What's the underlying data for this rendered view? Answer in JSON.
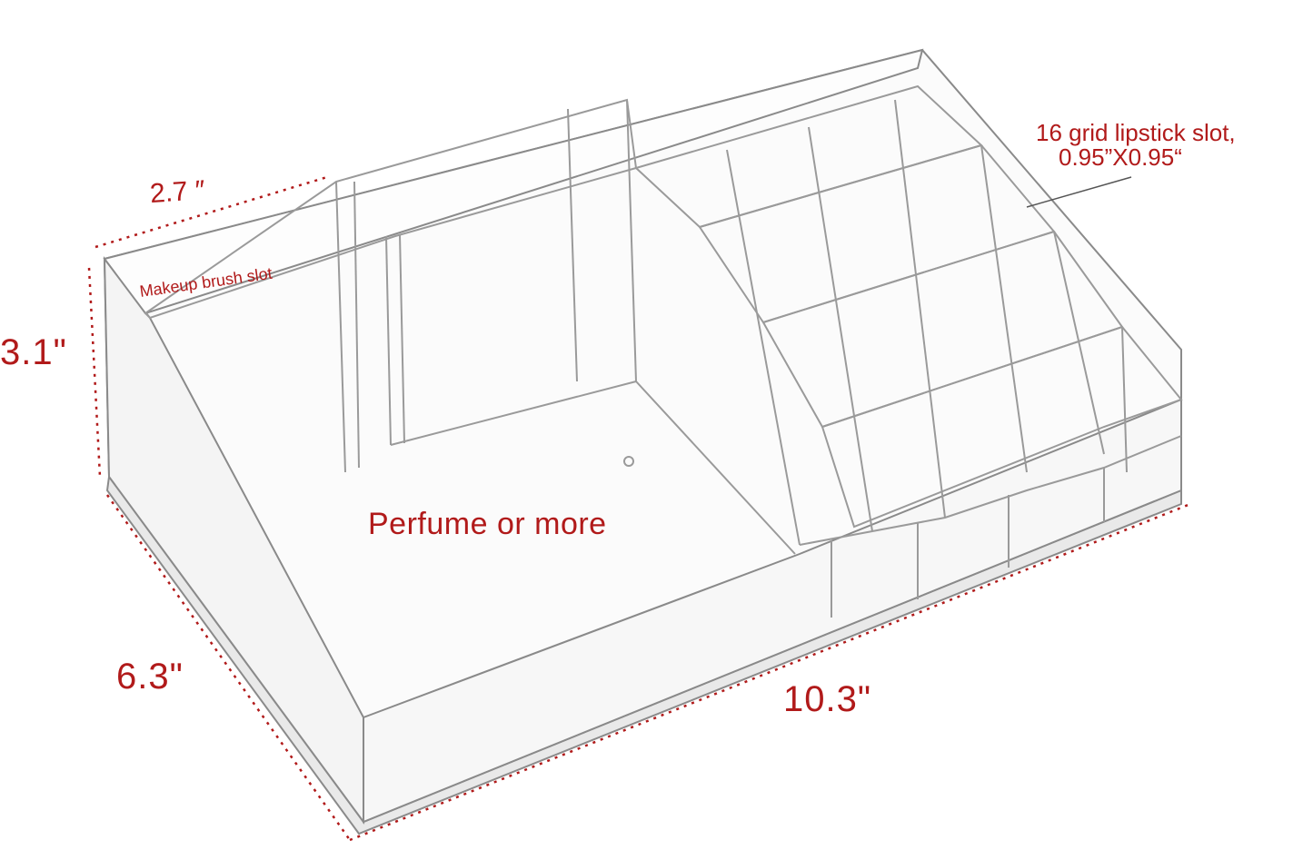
{
  "labels": {
    "width_dim": "2.7 ″",
    "height_dim": "3.1\"",
    "depth_dim": "6.3\"",
    "length_dim": "10.3\"",
    "brush_slot": "Makeup brush slot",
    "perfume_area": "Perfume or more",
    "lipstick_line1": "16 grid lipstick slot,",
    "lipstick_line2": "0.95”X0.95“"
  },
  "colors": {
    "label_red": "#b11a1a",
    "acrylic_edge": "#8a8a8a",
    "acrylic_light": "#c9c9c9"
  }
}
